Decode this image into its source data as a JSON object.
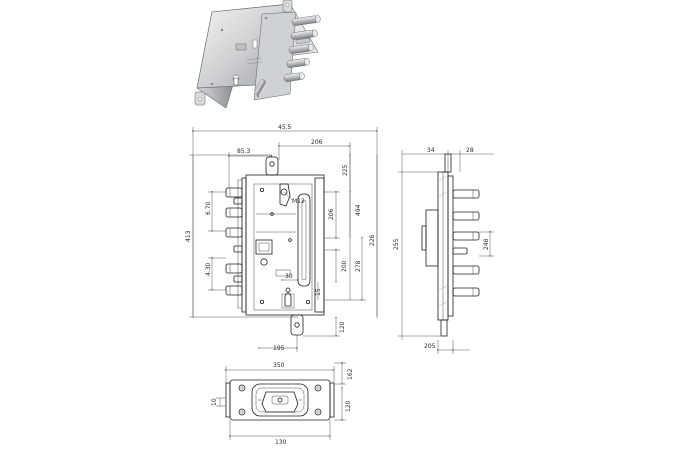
{
  "front_view": {
    "overall_width": "45.5",
    "inner_width": "206",
    "left_offset": "85.3",
    "top_offset": "225",
    "bolt_spacing_top": "6.70",
    "bolt_spacing_bottom": "4.30",
    "overall_height": "413",
    "mid_dim_1": "206",
    "mid_dim_2": "494",
    "mid_dim_3": "226",
    "mid_dim_4": "200",
    "mid_dim_5": "278",
    "lower_dim": "15",
    "slot_width": "30",
    "bottom_dim_1": "120",
    "bottom_width": "195",
    "spindle_label": "M12"
  },
  "side_view": {
    "top_left": "34",
    "top_right": "28",
    "height": "255",
    "bolt_length": "248",
    "bottom_width": "205"
  },
  "plan_view": {
    "overall_width": "350",
    "inner_height_right": "162",
    "lower_height_right": "120",
    "small_left": "10",
    "base_width": "130"
  }
}
